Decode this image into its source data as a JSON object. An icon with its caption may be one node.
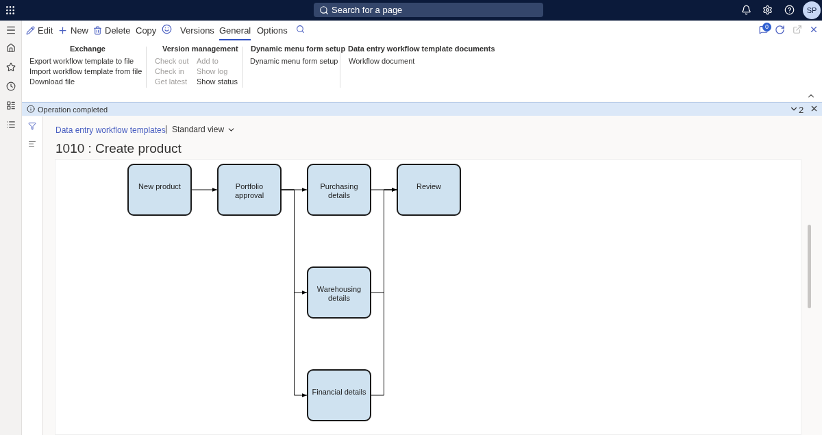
{
  "diagram": {
    "title": "1010 : Create product",
    "nodes": [
      {
        "text": [
          "New product"
        ]
      },
      {
        "text": [
          "Portfolio approval"
        ]
      },
      {
        "text": [
          "Purchasing details"
        ]
      },
      {
        "text": [
          "Warehousing details"
        ]
      },
      {
        "text": [
          "Financial details"
        ]
      },
      {
        "text": [
          "Review"
        ]
      }
    ],
    "edges": [
      {
        "from": 0,
        "to": 1,
        "arrow": "to"
      },
      {
        "from": 1,
        "to": 2,
        "arrow": "to"
      },
      {
        "from": 1,
        "to": 3,
        "arrow": "to"
      },
      {
        "from": 1,
        "to": 4,
        "arrow": "to"
      },
      {
        "from": 2,
        "to": 5,
        "arrow": "to"
      },
      {
        "from": 3,
        "to": 5,
        "arrow": "to"
      },
      {
        "from": 4,
        "to": 5,
        "arrow": "to"
      }
    ],
    "labels": [
      "Search for a page",
      "SP",
      "Edit",
      "New",
      "Delete",
      "Copy",
      "Versions",
      "General",
      "Options",
      "0",
      "Exchange",
      "Export workflow template to file",
      "Import workflow template from file",
      "Download file",
      "Version management",
      "Check out",
      "Add to",
      "Check in",
      "Show log",
      "Get latest",
      "Show status",
      "Dynamic menu form setup",
      "Dynamic menu form setup",
      "Data entry workflow template documents",
      "Workflow document",
      "Operation completed",
      "2",
      "Data entry workflow templates",
      "Standard view"
    ]
  }
}
